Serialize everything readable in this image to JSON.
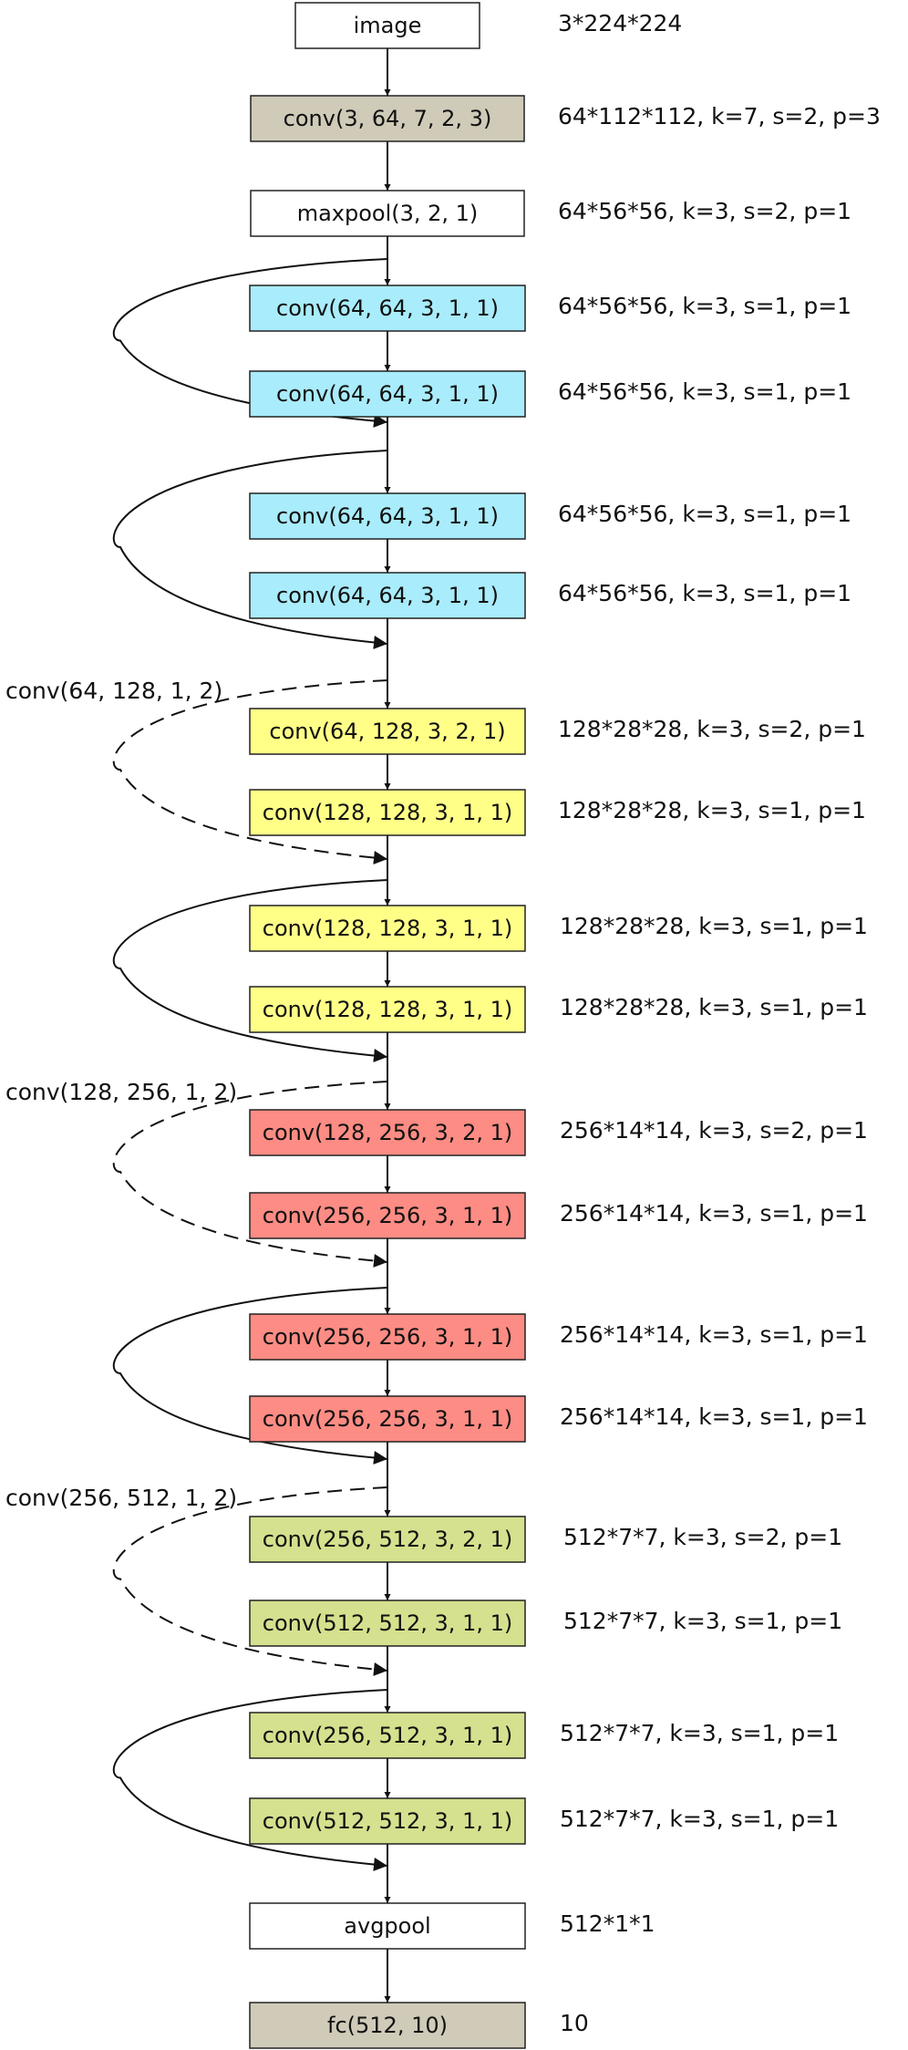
{
  "colors": {
    "io": "#ffffff",
    "gray": "#cfcbb8",
    "blue": "#a9ecfb",
    "yellow": "#ffff88",
    "red": "#fc8c84",
    "green": "#d5e18e"
  },
  "nodes": [
    {
      "label": "image",
      "shape": "3*224*224",
      "color": "io"
    },
    {
      "label": "conv(3, 64, 7, 2, 3)",
      "shape": "64*112*112, k=7, s=2, p=3",
      "color": "gray"
    },
    {
      "label": "maxpool(3, 2, 1)",
      "shape": "64*56*56, k=3, s=2, p=1",
      "color": "io"
    },
    {
      "label": "conv(64, 64, 3, 1, 1)",
      "shape": "64*56*56, k=3, s=1, p=1",
      "color": "blue"
    },
    {
      "label": "conv(64, 64, 3, 1, 1)",
      "shape": "64*56*56, k=3, s=1, p=1",
      "color": "blue"
    },
    {
      "label": "conv(64, 64, 3, 1, 1)",
      "shape": "64*56*56, k=3, s=1, p=1",
      "color": "blue"
    },
    {
      "label": "conv(64, 64, 3, 1, 1)",
      "shape": "64*56*56, k=3, s=1, p=1",
      "color": "blue"
    },
    {
      "label": "conv(64, 128, 3, 2, 1)",
      "shape": "128*28*28, k=3, s=2, p=1",
      "color": "yellow"
    },
    {
      "label": "conv(128, 128, 3, 1, 1)",
      "shape": "128*28*28, k=3, s=1, p=1",
      "color": "yellow"
    },
    {
      "label": "conv(128, 128, 3, 1, 1)",
      "shape": "128*28*28, k=3, s=1, p=1",
      "color": "yellow"
    },
    {
      "label": "conv(128, 128, 3, 1, 1)",
      "shape": "128*28*28, k=3, s=1, p=1",
      "color": "yellow"
    },
    {
      "label": "conv(128, 256, 3, 2, 1)",
      "shape": "256*14*14, k=3, s=2, p=1",
      "color": "red"
    },
    {
      "label": "conv(256, 256, 3, 1, 1)",
      "shape": "256*14*14, k=3, s=1, p=1",
      "color": "red"
    },
    {
      "label": "conv(256, 256, 3, 1, 1)",
      "shape": "256*14*14, k=3, s=1, p=1",
      "color": "red"
    },
    {
      "label": "conv(256, 256, 3, 1, 1)",
      "shape": "256*14*14, k=3, s=1, p=1",
      "color": "red"
    },
    {
      "label": "conv(256, 512, 3, 2, 1)",
      "shape": "512*7*7, k=3, s=2, p=1",
      "color": "green"
    },
    {
      "label": "conv(512, 512, 3, 1, 1)",
      "shape": "512*7*7, k=3, s=1, p=1",
      "color": "green"
    },
    {
      "label": "conv(256, 512, 3, 1, 1)",
      "shape": "512*7*7, k=3, s=1, p=1",
      "color": "green"
    },
    {
      "label": "conv(512, 512, 3, 1, 1)",
      "shape": "512*7*7, k=3, s=1, p=1",
      "color": "green"
    },
    {
      "label": "avgpool",
      "shape": "512*1*1",
      "color": "io"
    },
    {
      "label": "fc(512, 10)",
      "shape": "10",
      "color": "gray"
    }
  ],
  "skips": [
    {
      "type": "identity",
      "label": ""
    },
    {
      "type": "identity",
      "label": ""
    },
    {
      "type": "projection",
      "label": "conv(64, 128, 1, 2)"
    },
    {
      "type": "identity",
      "label": ""
    },
    {
      "type": "projection",
      "label": "conv(128, 256, 1, 2)"
    },
    {
      "type": "identity",
      "label": ""
    },
    {
      "type": "projection",
      "label": "conv(256, 512, 1, 2)"
    },
    {
      "type": "identity",
      "label": ""
    }
  ]
}
